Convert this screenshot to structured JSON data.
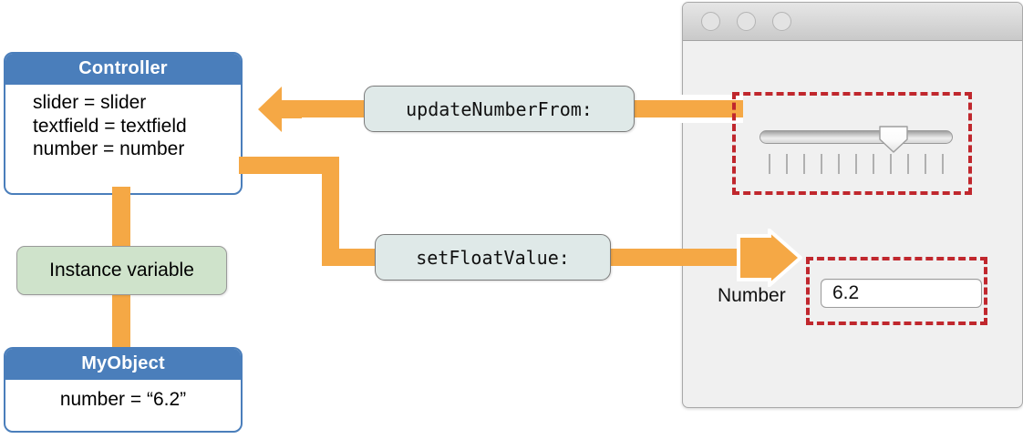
{
  "diagram": {
    "controller": {
      "title": "Controller",
      "lines": [
        "slider = slider",
        "textfield = textfield",
        "number = number"
      ]
    },
    "instance_variable": {
      "label": "Instance variable"
    },
    "myobject": {
      "title": "MyObject",
      "lines": [
        "number = “6.2”"
      ]
    },
    "messages": {
      "update": "updateNumberFrom:",
      "setfloat": "setFloatValue:"
    },
    "colors": {
      "class_header": "#4a7ebb",
      "ivar_fill": "#cfe3cb",
      "message_fill": "#dfe9e8",
      "arrow": "#f5a845",
      "highlight": "#c0272d"
    }
  },
  "window": {
    "traffic_lights": [
      "close-button",
      "minimize-button",
      "zoom-button"
    ],
    "slider": {
      "name": "value-slider",
      "tick_count": 11,
      "thumb_percent": 62
    },
    "number_row": {
      "label": "Number",
      "value": "6.2"
    }
  }
}
